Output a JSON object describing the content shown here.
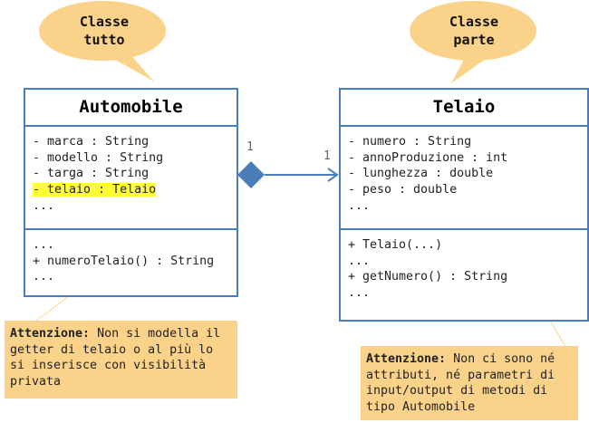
{
  "callouts": {
    "left": {
      "line1": "Classe",
      "line2": "tutto"
    },
    "right": {
      "line1": "Classe",
      "line2": "parte"
    }
  },
  "classes": {
    "automobile": {
      "name": "Automobile",
      "attributes": [
        "- marca : String",
        "- modello : String",
        "- targa : String",
        "- telaio : Telaio",
        "..."
      ],
      "highlighted_attribute_index": 3,
      "methods": [
        "...",
        "+ numeroTelaio() : String",
        "..."
      ]
    },
    "telaio": {
      "name": "Telaio",
      "attributes": [
        "- numero : String",
        "- annoProduzione : int",
        "- lunghezza : double",
        "- peso : double",
        "..."
      ],
      "methods": [
        "+ Telaio(...)",
        "",
        "...",
        "+ getNumero() : String",
        "..."
      ]
    }
  },
  "association": {
    "type": "aggregation-composition",
    "mult_left": "1",
    "mult_right": "1"
  },
  "notes": {
    "left": {
      "label": "Attenzione:",
      "text": " Non si modella il getter di telaio o al più lo si inserisce con visibilità privata"
    },
    "right": {
      "label": "Attenzione:",
      "text": " Non ci sono né attributi, né parametri di input/output di metodi di tipo Automobile"
    }
  },
  "colors": {
    "border": "#4a7ebb",
    "callout": "#fbd28a",
    "note": "#fbd28a",
    "diamond": "#4a7ebb",
    "highlight": "#ffff33"
  }
}
